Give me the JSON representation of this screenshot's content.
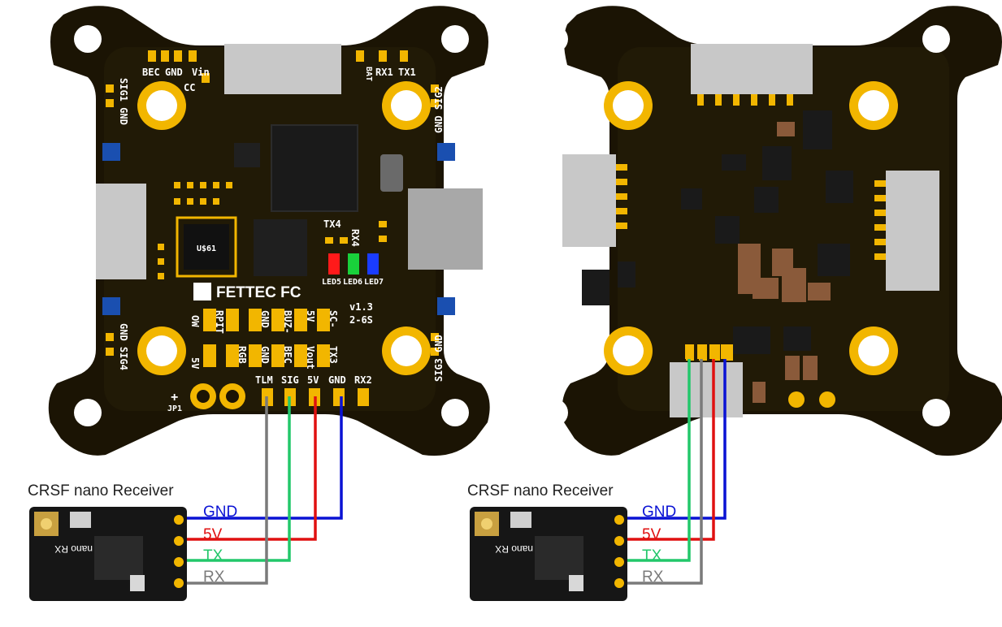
{
  "receivers": [
    {
      "title": "CRSF nano Receiver",
      "chip_text": "nano RX"
    },
    {
      "title": "CRSF nano Receiver",
      "chip_text": "nano RX"
    }
  ],
  "wires": [
    {
      "label": "GND",
      "color": "#0a12d4"
    },
    {
      "label": "5V",
      "color": "#e01010"
    },
    {
      "label": "TX",
      "color": "#22c76a"
    },
    {
      "label": "RX",
      "color": "#7a7a7a"
    }
  ],
  "fc_top": {
    "brand": "FETTEC FC",
    "version": "v1.3",
    "cells": "2-6S",
    "corner_labels": [
      "SIG1 GND",
      "GND SIG2",
      "GND SIG4",
      "SIG3 GND"
    ],
    "top_pads": [
      "BEC",
      "GND",
      "Vin",
      "CC",
      "BAT",
      "RX1",
      "TX1"
    ],
    "uart_labels": [
      "TX4",
      "RX4"
    ],
    "led_labels": [
      "LED5",
      "LED6",
      "LED7"
    ],
    "bottom_row1": [
      "RPIT",
      "GND",
      "BUZ-",
      "5V",
      "SC-"
    ],
    "bottom_row2": [
      "RGB",
      "GND",
      "BEC",
      "Vout",
      "TX3"
    ],
    "side_pads": [
      "OW",
      "5V"
    ],
    "rx_pads": [
      "TLM",
      "SIG",
      "5V",
      "GND",
      "RX2"
    ],
    "jp_label": "JP1",
    "chip_label": "U$61"
  },
  "colors": {
    "pcb": "#1b1404",
    "gold": "#f2b600",
    "connector": "#c8c8c8",
    "led_red": "#ff1a1a",
    "led_green": "#19d13b",
    "led_blue": "#1a3cff"
  }
}
